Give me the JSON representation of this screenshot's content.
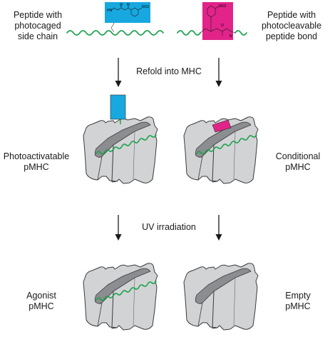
{
  "labels": {
    "photocaged_peptide": [
      "Peptide with",
      "photocaged",
      "side chain"
    ],
    "photocleavable_peptide": [
      "Peptide with",
      "photocleavable",
      "peptide bond"
    ],
    "step_refold": "Refold into MHC",
    "photoactivatable_pmhc": [
      "Photoactivatable",
      "pMHC"
    ],
    "conditional_pmhc": [
      "Conditional",
      "pMHC"
    ],
    "step_uv": "UV irradiation",
    "agonist_pmhc": [
      "Agonist",
      "pMHC"
    ],
    "empty_pmhc": [
      "Empty",
      "pMHC"
    ]
  },
  "chem_labels": {
    "hn": "HN",
    "o1": "O",
    "o2": "O",
    "no2_left": "NO2",
    "no2_right": "NO2",
    "n_right": "N",
    "o_right": "O"
  },
  "colors": {
    "peptide_green": "#1aa14a",
    "photocage_blue": "#17a8e0",
    "photocleavable_magenta": "#e2238a",
    "mhc_light": "#d2d3d5",
    "groove_dark": "#8c8d90",
    "outline": "#3a3a3a"
  }
}
